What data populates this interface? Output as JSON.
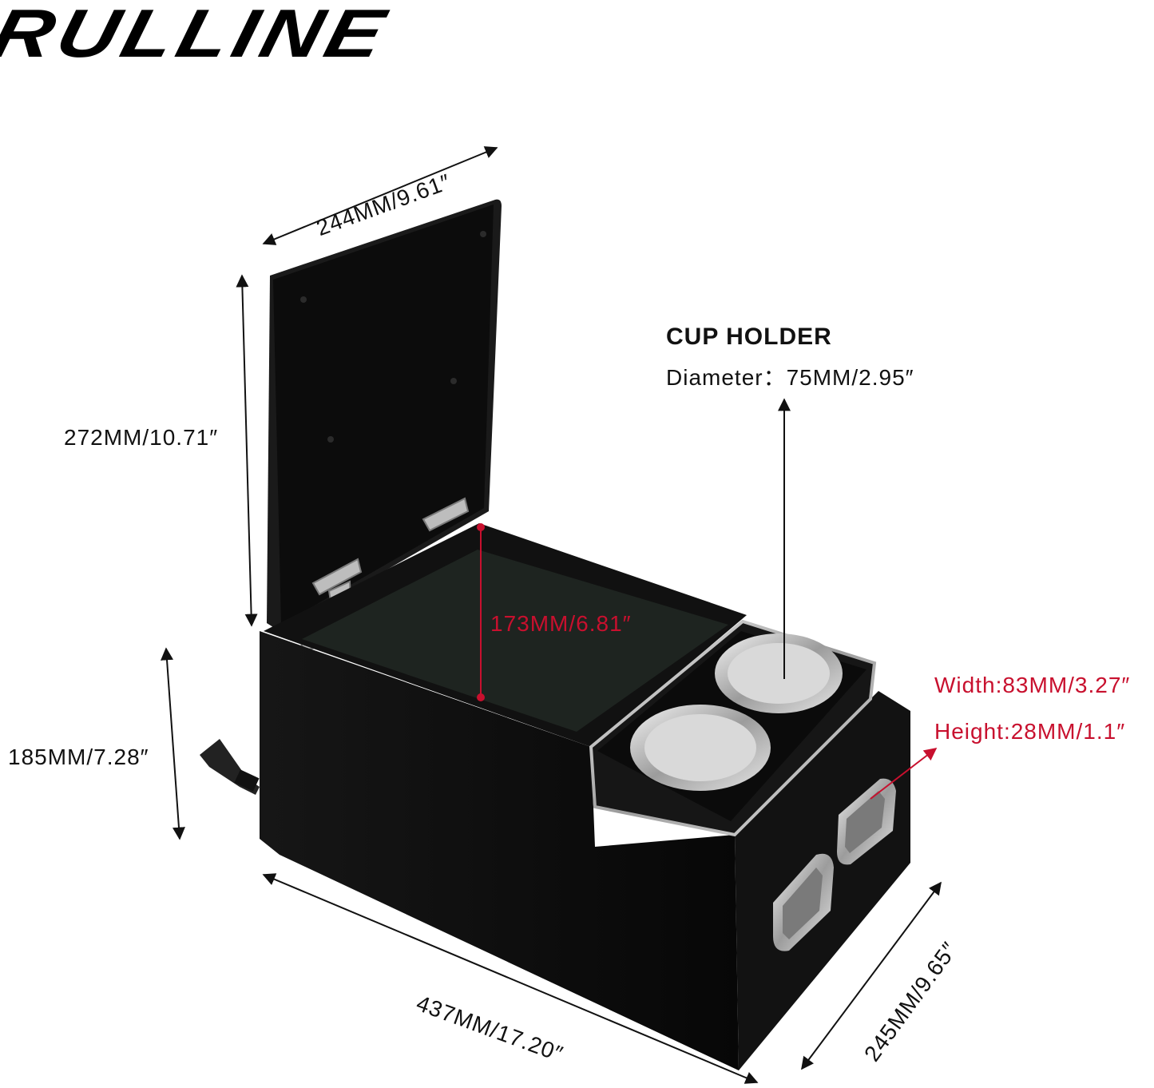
{
  "brand": {
    "logo_text": "RULLINE"
  },
  "dimensions": {
    "lid_width": "244MM/9.61″",
    "lid_height": "272MM/10.71″",
    "inner_depth": "173MM/6.81″",
    "body_height": "185MM/7.28″",
    "length": "437MM/17.20″",
    "depth": "245MM/9.65″"
  },
  "cup_holder": {
    "title": "CUP HOLDER",
    "diameter": "Diameter：75MM/2.95″"
  },
  "side_holder": {
    "width": "Width:83MM/3.27″",
    "height": "Height:28MM/1.1″"
  },
  "colors": {
    "accent_red": "#c8102e",
    "product": "#0e0e0e",
    "chrome": "#c9c9c9"
  }
}
